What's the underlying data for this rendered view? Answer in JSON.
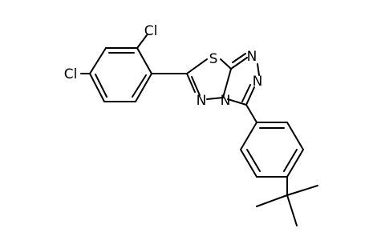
{
  "molecule": {
    "atoms": {
      "cl_top": "Cl",
      "cl_left": "Cl",
      "s": "S",
      "n_tr": "N",
      "n_r": "N",
      "n_bl": "N",
      "n_c": "N"
    }
  },
  "colors": {
    "bond": "#000000",
    "label": "#000000",
    "background": "#ffffff"
  }
}
